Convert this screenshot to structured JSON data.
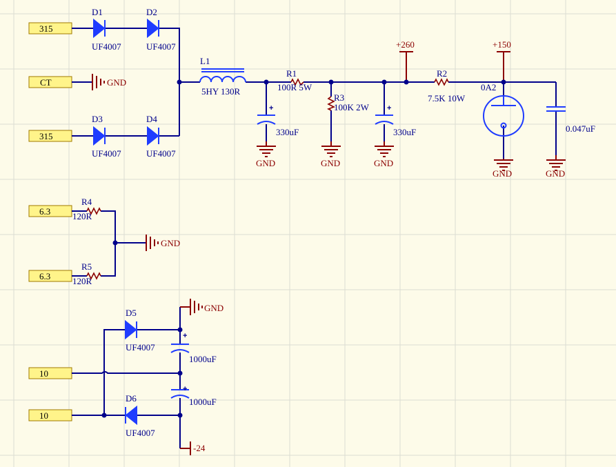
{
  "ports": {
    "p1": "315",
    "p2": "CT",
    "p3": "315",
    "p4": "6.3",
    "p5": "6.3",
    "p6": "10",
    "p7": "10"
  },
  "components": {
    "d1": {
      "ref": "D1",
      "value": "UF4007"
    },
    "d2": {
      "ref": "D2",
      "value": "UF4007"
    },
    "d3": {
      "ref": "D3",
      "value": "UF4007"
    },
    "d4": {
      "ref": "D4",
      "value": "UF4007"
    },
    "d5": {
      "ref": "D5",
      "value": "UF4007"
    },
    "d6": {
      "ref": "D6",
      "value": "UF4007"
    },
    "l1": {
      "ref": "L1",
      "value": "5HY 130R"
    },
    "r1": {
      "ref": "R1",
      "value": "100R 5W"
    },
    "r2": {
      "ref": "R2",
      "value": "7.5K 10W"
    },
    "r3": {
      "ref": "R3",
      "value": "100K 2W"
    },
    "r4": {
      "ref": "R4",
      "value": "120R"
    },
    "r5": {
      "ref": "R5",
      "value": "120R"
    },
    "c1": {
      "value": "330uF"
    },
    "c2": {
      "value": "330uF"
    },
    "c3": {
      "value": "0.047uF"
    },
    "c4": {
      "value": "1000uF"
    },
    "c5": {
      "value": "1000uF"
    },
    "v1": {
      "ref": "0A2"
    }
  },
  "power": {
    "gnd": "GND",
    "plus260": "+260",
    "plus150": "+150",
    "minus24": "-24",
    "plus_sign": "+"
  },
  "colors": {
    "background": "#fdfbe9",
    "wire": "#00008b",
    "component": "#1f3cff",
    "power": "#8b0000",
    "port_fill": "#fff48a"
  }
}
